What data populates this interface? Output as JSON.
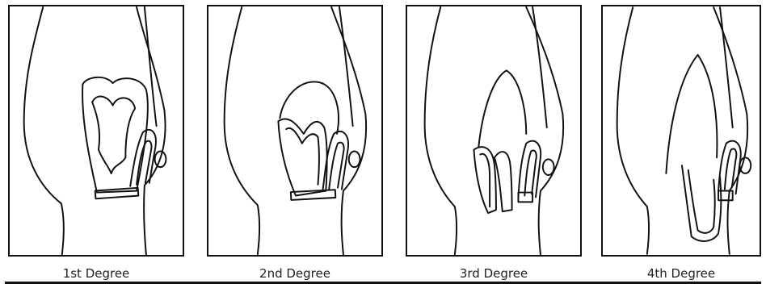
{
  "panels": [
    {
      "label": "1st Degree"
    },
    {
      "label": "2nd Degree"
    },
    {
      "label": "3rd Degree"
    },
    {
      "label": "4th Degree"
    }
  ]
}
